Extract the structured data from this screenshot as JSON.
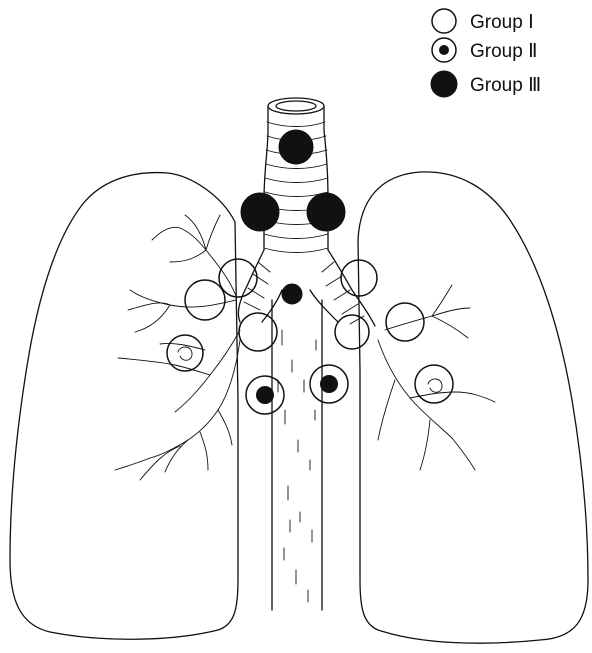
{
  "legend": {
    "group1_label": "Group Ⅰ",
    "group2_label": "Group Ⅱ",
    "group3_label": "Group Ⅲ"
  },
  "colors": {
    "ink": "#111111",
    "background": "#ffffff"
  },
  "node_groups": [
    "group1-open-circle",
    "group2-dotted-circle",
    "group3-filled-circle"
  ]
}
